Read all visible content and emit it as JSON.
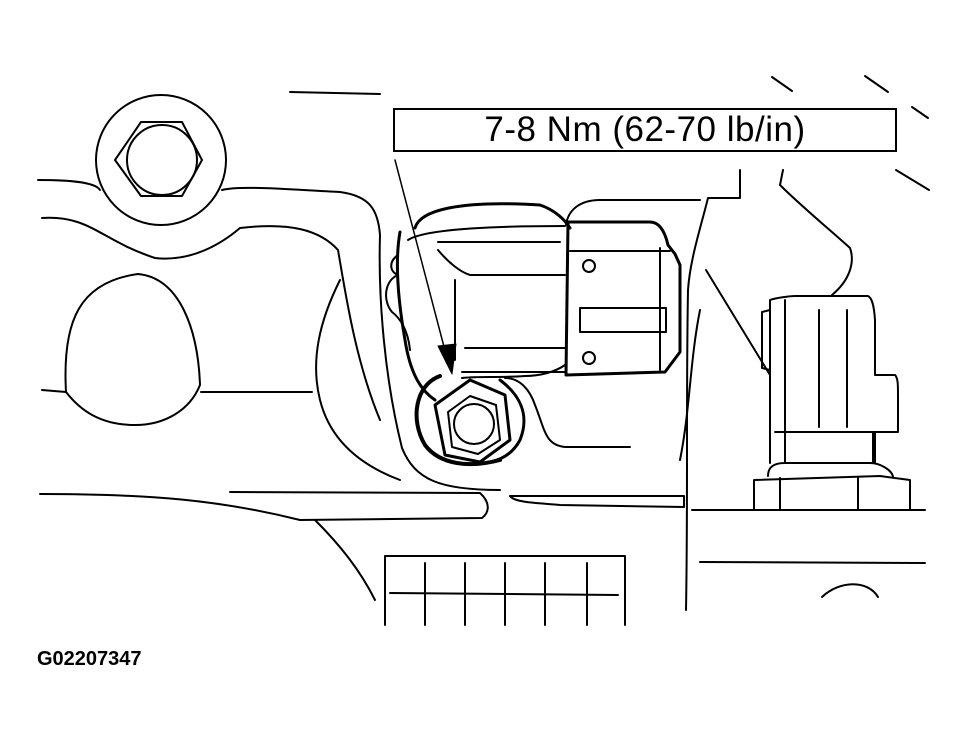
{
  "diagram": {
    "callout": {
      "torque_label": "7-8 Nm (62-70 lb/in)",
      "points_to": "sensor-mounting-bolt"
    },
    "figure_id": "G02207347",
    "components": [
      "sensor-body",
      "sensor-connector",
      "sensor-mounting-bolt",
      "engine-bolt",
      "adjacent-connector",
      "engine-housing"
    ],
    "colors": {
      "line": "#000000",
      "background": "#ffffff"
    }
  }
}
